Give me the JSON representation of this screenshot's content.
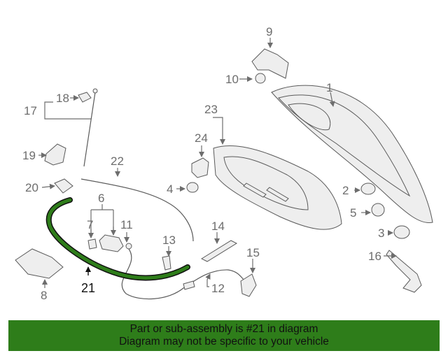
{
  "diagram": {
    "callouts": [
      "1",
      "2",
      "3",
      "4",
      "5",
      "6",
      "7",
      "8",
      "9",
      "10",
      "11",
      "12",
      "13",
      "14",
      "15",
      "16",
      "17",
      "18",
      "19",
      "20",
      "21",
      "22",
      "23",
      "24"
    ],
    "highlight_part": "21",
    "highlight_color": "#2e7d1a",
    "label_color": "#6d6d6d"
  },
  "banner": {
    "line1": "Part or sub-assembly is #21 in diagram",
    "line2": "Diagram may not be specific to your vehicle",
    "background": "#2e7d1a",
    "text_color": "#111111"
  }
}
